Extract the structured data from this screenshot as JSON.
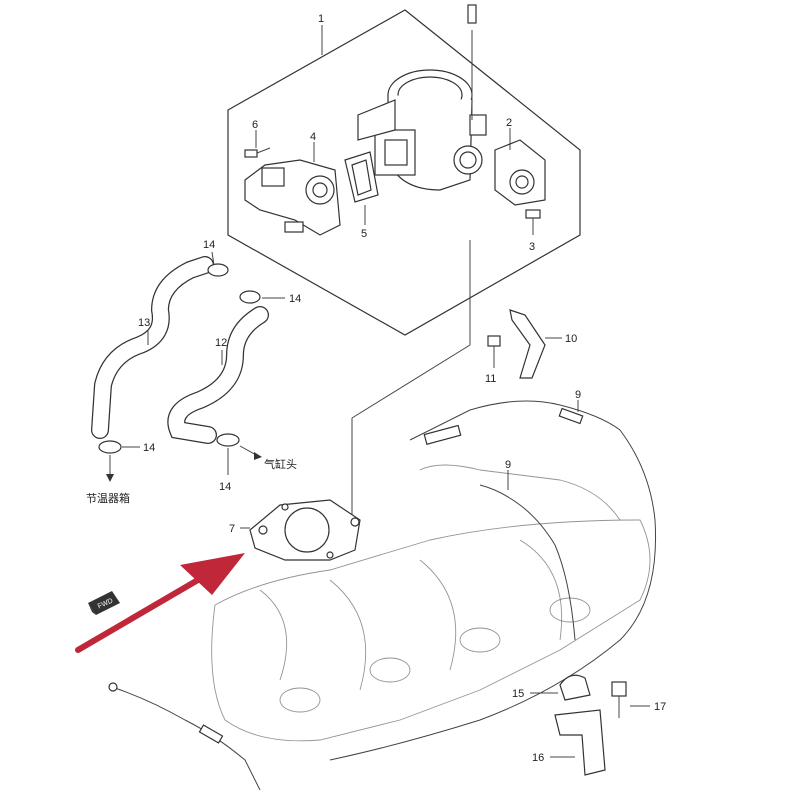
{
  "labels": {
    "p1": "1",
    "p2": "2",
    "p3": "3",
    "p4": "4",
    "p5": "5",
    "p6": "6",
    "p7": "7",
    "p9a": "9",
    "p9b": "9",
    "p10": "10",
    "p11": "11",
    "p12": "12",
    "p13": "13",
    "p14a": "14",
    "p14b": "14",
    "p14c": "14",
    "p14d": "14",
    "p15": "15",
    "p16": "16",
    "p17": "17"
  },
  "annotations": {
    "thermostat_box": "节温器箱",
    "cylinder_head": "气缸头",
    "fwd": "FWD"
  },
  "colors": {
    "arrow": "#c0283a",
    "line": "#444444"
  }
}
